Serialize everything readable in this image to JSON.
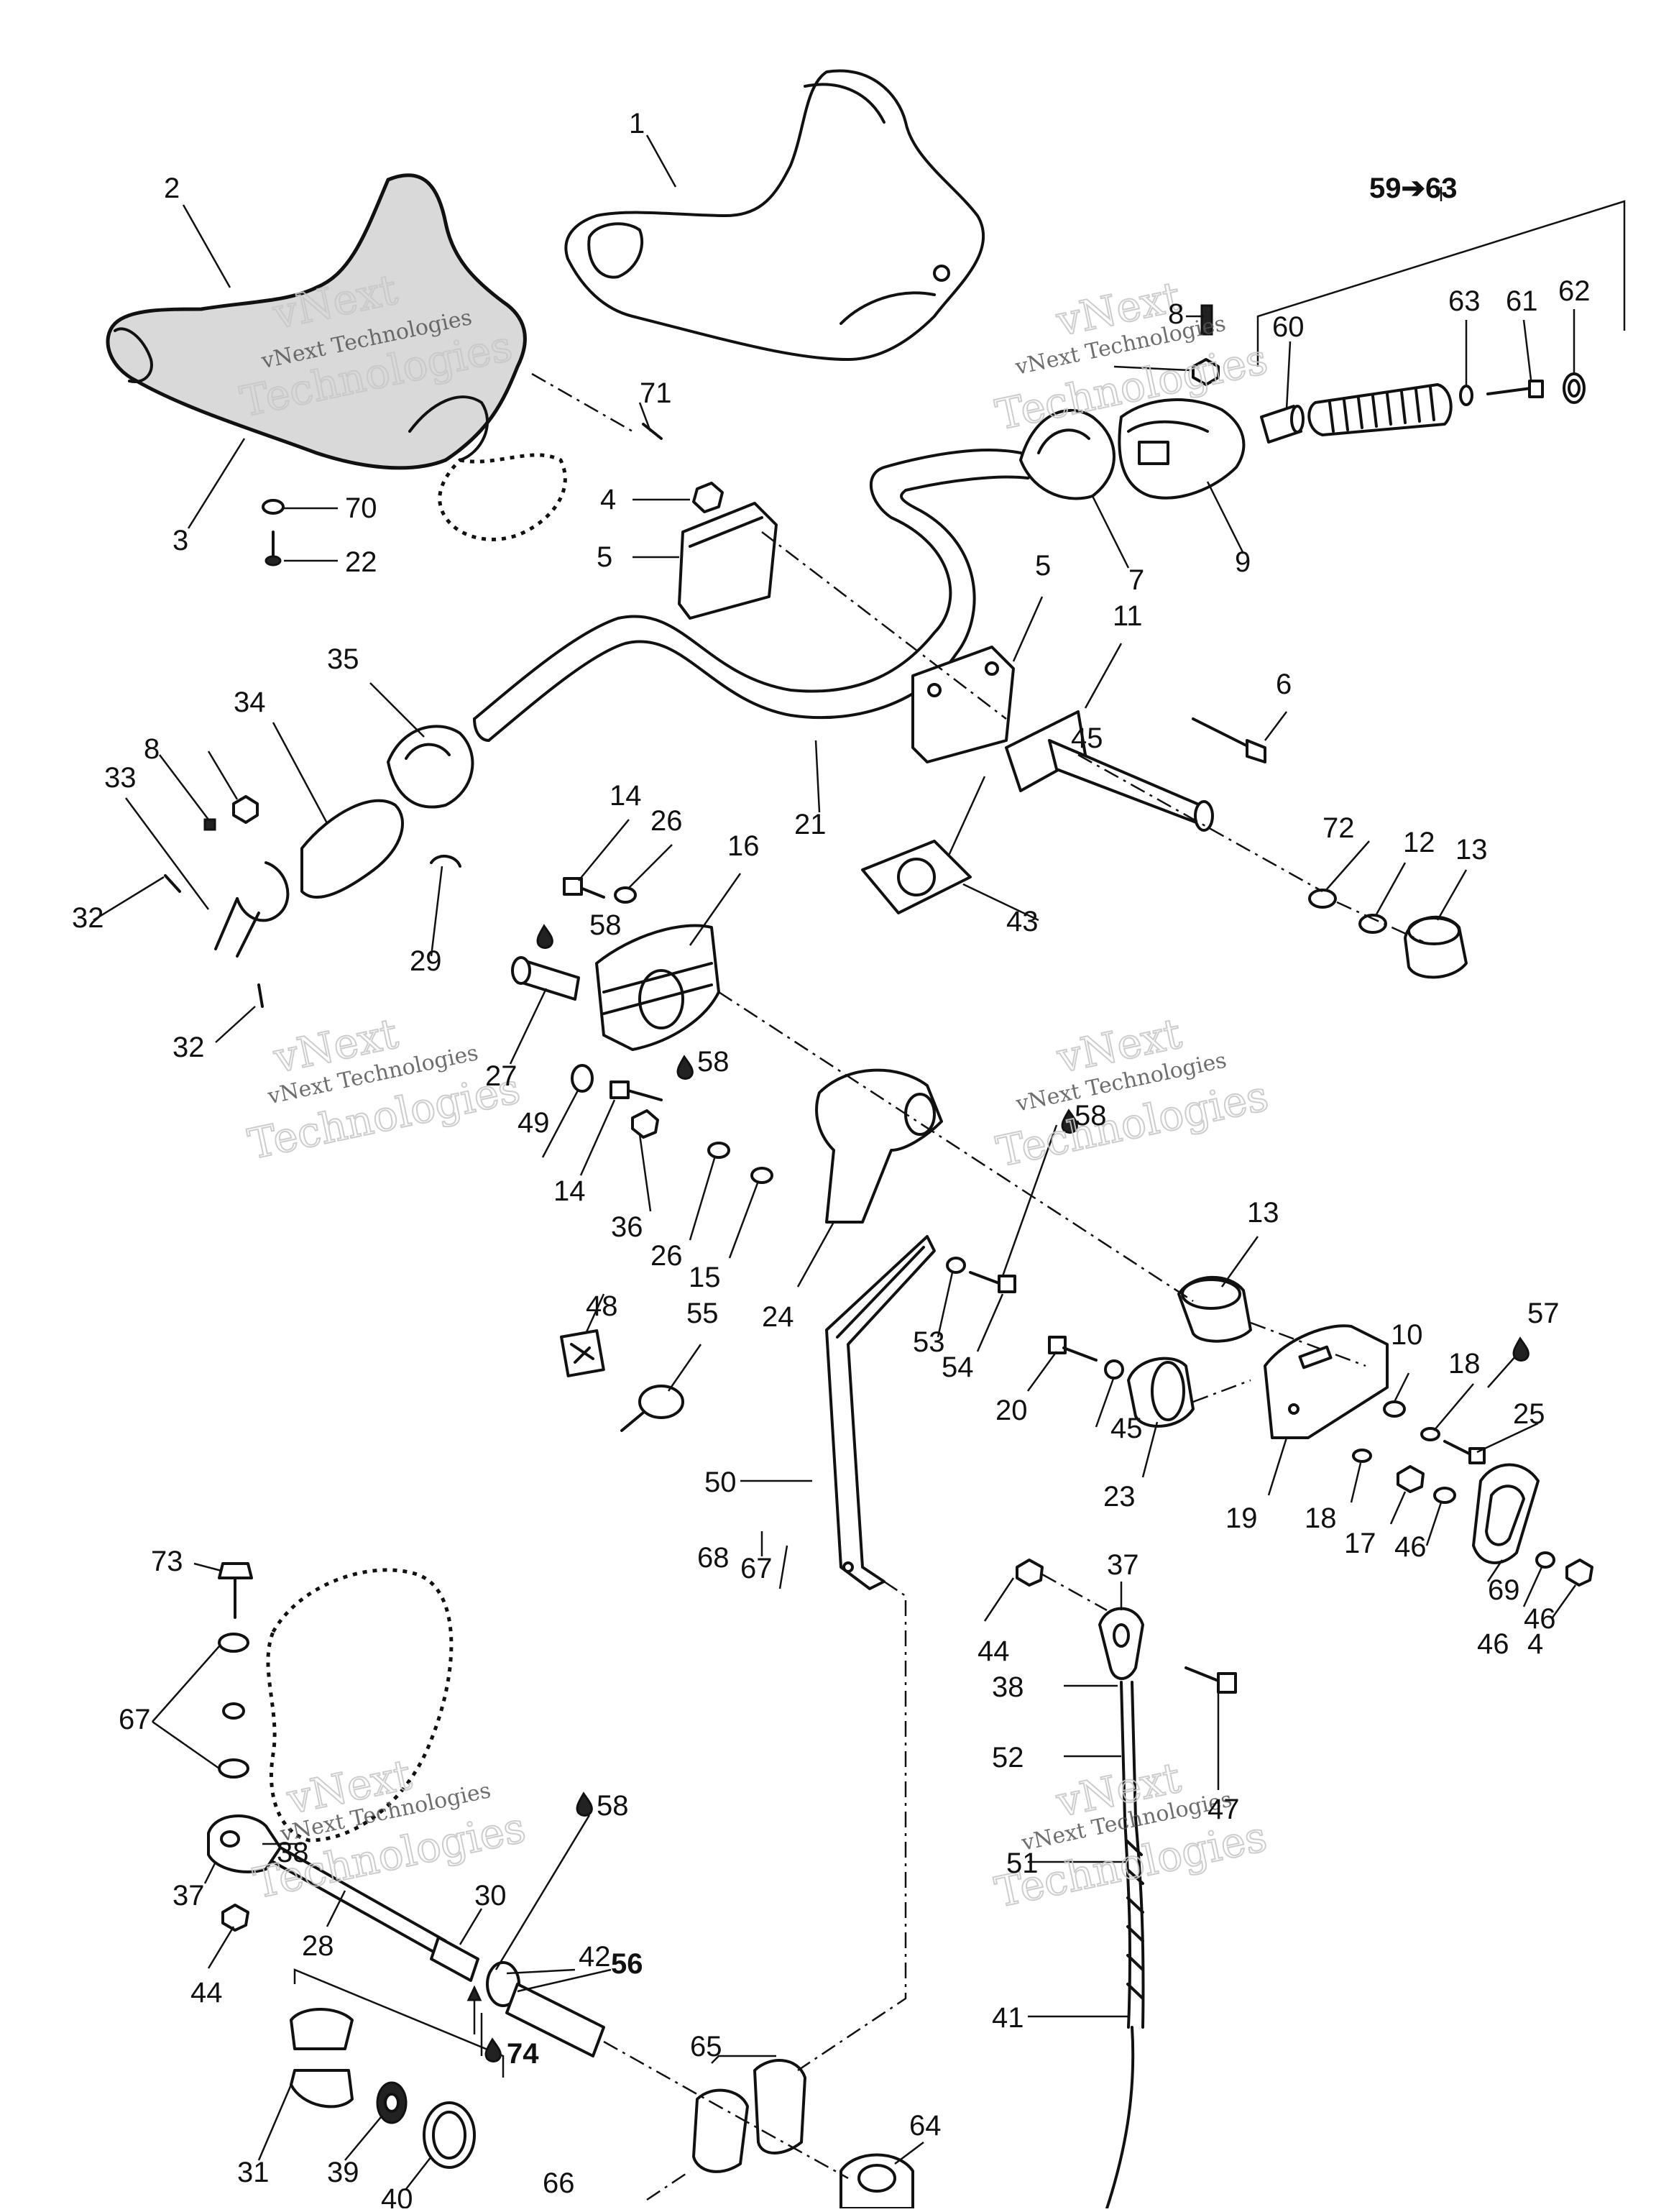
{
  "watermark": {
    "line1": "vNext",
    "line2": "vNext Technologies",
    "line3": "Technologies"
  },
  "callouts": [
    {
      "id": "c1",
      "text": "1"
    },
    {
      "id": "c2",
      "text": "2"
    },
    {
      "id": "c3",
      "text": "3"
    },
    {
      "id": "c4a",
      "text": "4"
    },
    {
      "id": "c5a",
      "text": "5"
    },
    {
      "id": "c5b",
      "text": "5"
    },
    {
      "id": "c6",
      "text": "6"
    },
    {
      "id": "c7",
      "text": "7"
    },
    {
      "id": "c8a",
      "text": "8"
    },
    {
      "id": "c9",
      "text": "9"
    },
    {
      "id": "c11",
      "text": "11"
    },
    {
      "id": "c12",
      "text": "12"
    },
    {
      "id": "c13a",
      "text": "13"
    },
    {
      "id": "c13b",
      "text": "13"
    },
    {
      "id": "c14a",
      "text": "14"
    },
    {
      "id": "c14b",
      "text": "14"
    },
    {
      "id": "c15",
      "text": "15"
    },
    {
      "id": "c16",
      "text": "16"
    },
    {
      "id": "c17",
      "text": "17"
    },
    {
      "id": "c18a",
      "text": "18"
    },
    {
      "id": "c18b",
      "text": "18"
    },
    {
      "id": "c19",
      "text": "19"
    },
    {
      "id": "c20",
      "text": "20"
    },
    {
      "id": "c21",
      "text": "21"
    },
    {
      "id": "c22",
      "text": "22"
    },
    {
      "id": "c23",
      "text": "23"
    },
    {
      "id": "c24",
      "text": "24"
    },
    {
      "id": "c25",
      "text": "25"
    },
    {
      "id": "c26a",
      "text": "26"
    },
    {
      "id": "c26b",
      "text": "26"
    },
    {
      "id": "c27",
      "text": "27"
    },
    {
      "id": "c28",
      "text": "28"
    },
    {
      "id": "c29",
      "text": "29"
    },
    {
      "id": "c30",
      "text": "30"
    },
    {
      "id": "c31",
      "text": "31"
    },
    {
      "id": "c32a",
      "text": "32"
    },
    {
      "id": "c32b",
      "text": "32"
    },
    {
      "id": "c33",
      "text": "33"
    },
    {
      "id": "c34",
      "text": "34"
    },
    {
      "id": "c35",
      "text": "35"
    },
    {
      "id": "c36",
      "text": "36"
    },
    {
      "id": "c37a",
      "text": "37"
    },
    {
      "id": "c37b",
      "text": "37"
    },
    {
      "id": "c38a",
      "text": "38"
    },
    {
      "id": "c38b",
      "text": "38"
    },
    {
      "id": "c39",
      "text": "39"
    },
    {
      "id": "c40",
      "text": "40"
    },
    {
      "id": "c41",
      "text": "41"
    },
    {
      "id": "c42",
      "text": "42"
    },
    {
      "id": "c43",
      "text": "43"
    },
    {
      "id": "c44a",
      "text": "44"
    },
    {
      "id": "c44b",
      "text": "44"
    },
    {
      "id": "c45a",
      "text": "45"
    },
    {
      "id": "c45b",
      "text": "45"
    },
    {
      "id": "c46a",
      "text": "46"
    },
    {
      "id": "c46b",
      "text": "46"
    },
    {
      "id": "c46c",
      "text": "46"
    },
    {
      "id": "c47",
      "text": "47"
    },
    {
      "id": "c48",
      "text": "48"
    },
    {
      "id": "c49",
      "text": "49"
    },
    {
      "id": "c50",
      "text": "50"
    },
    {
      "id": "c51",
      "text": "51"
    },
    {
      "id": "c52",
      "text": "52"
    },
    {
      "id": "c53",
      "text": "53"
    },
    {
      "id": "c54",
      "text": "54"
    },
    {
      "id": "c55",
      "text": "55"
    },
    {
      "id": "c56",
      "text": "56"
    },
    {
      "id": "c57",
      "text": "57"
    },
    {
      "id": "c58a",
      "text": "58"
    },
    {
      "id": "c58b",
      "text": "58"
    },
    {
      "id": "c58c",
      "text": "58"
    },
    {
      "id": "c58d",
      "text": "58"
    },
    {
      "id": "c5963",
      "text": "59➔63"
    },
    {
      "id": "c60",
      "text": "60"
    },
    {
      "id": "c61",
      "text": "61"
    },
    {
      "id": "c62",
      "text": "62"
    },
    {
      "id": "c63",
      "text": "63"
    },
    {
      "id": "c64",
      "text": "64"
    },
    {
      "id": "c65",
      "text": "65"
    },
    {
      "id": "c66",
      "text": "66"
    },
    {
      "id": "c67a",
      "text": "67"
    },
    {
      "id": "c67b",
      "text": "67"
    },
    {
      "id": "c68",
      "text": "68"
    },
    {
      "id": "c69",
      "text": "69"
    },
    {
      "id": "c70",
      "text": "70"
    },
    {
      "id": "c71",
      "text": "71"
    },
    {
      "id": "c72",
      "text": "72"
    },
    {
      "id": "c73",
      "text": "73"
    },
    {
      "id": "c74",
      "text": "74"
    },
    {
      "id": "c4b",
      "text": "4"
    },
    {
      "id": "c8b",
      "text": "8"
    },
    {
      "id": "c10",
      "text": "10"
    }
  ]
}
